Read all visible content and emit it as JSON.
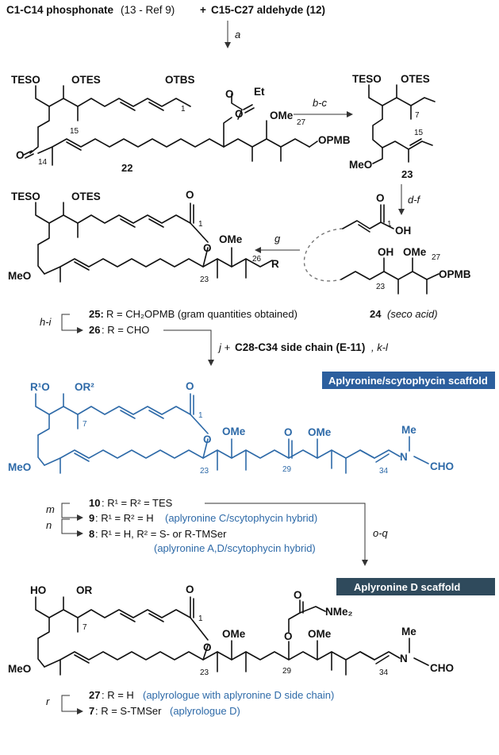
{
  "header": {
    "left_fragment": "C1-C14 phosphonate",
    "left_ref": "(13 - Ref 9)",
    "plus": "+",
    "right_fragment": "C15-C27 aldehyde (12)"
  },
  "steps": {
    "a": "a",
    "bc": "b-c",
    "df": "d-f",
    "g": "g",
    "hi": "h-i",
    "jkl_prefix": "j +",
    "jkl_side": "C28-C34 side chain (E-11)",
    "jkl_suffix": ", k-l",
    "m": "m",
    "n": "n",
    "oq": "o-q",
    "r": "r"
  },
  "labels": {
    "TESO": "TESO",
    "OTES": "OTES",
    "OTBS": "OTBS",
    "O": "O",
    "Et": "Et",
    "OMe": "OMe",
    "OPMB": "OPMB",
    "MeO": "MeO",
    "OH": "OH",
    "R": "R",
    "HO": "HO",
    "OR": "OR",
    "OR2": "OR²",
    "R1O": "R¹O",
    "Me": "Me",
    "N": "N",
    "CHO": "CHO",
    "NMe2": "NMe₂"
  },
  "numbers": {
    "n1": "1",
    "n7": "7",
    "n14": "14",
    "n15": "15",
    "n23": "23",
    "n26": "26",
    "n27": "27",
    "n29": "29",
    "n34": "34"
  },
  "compounds": {
    "c22": "22",
    "c23": "23",
    "c24": "24",
    "c24_note": "(seco acid)",
    "c25": "25:",
    "c25_text": "R = CH₂OPMB (gram quantities obtained)",
    "c26": "26",
    "c26_text": ": R = CHO",
    "c10": "10",
    "c10_text": ": R¹ = R² = TES",
    "c9": "9",
    "c9_text": ": R¹ = R² = H",
    "c9_note": "(aplyronine C/scytophycin hybrid)",
    "c8": "8",
    "c8_text": ": R¹ = H, R² = S- or R-TMSer",
    "c8_note": "(aplyronine A,D/scytophycin hybrid)",
    "c27": "27",
    "c27_text": ": R = H",
    "c27_note": "(aplyrologue with aplyronine D side chain)",
    "c7": "7",
    "c7_text": ": R = S-TMSer",
    "c7_note": "(aplyrologue D)"
  },
  "banners": {
    "scaffold1": "Aplyronine/scytophycin scaffold",
    "scaffold2": "Aplyronine D scaffold"
  },
  "colors": {
    "accent_blue": "#2e6aa8",
    "banner_blue": "#2c5f9e",
    "banner_dark": "#2f4a5c"
  }
}
